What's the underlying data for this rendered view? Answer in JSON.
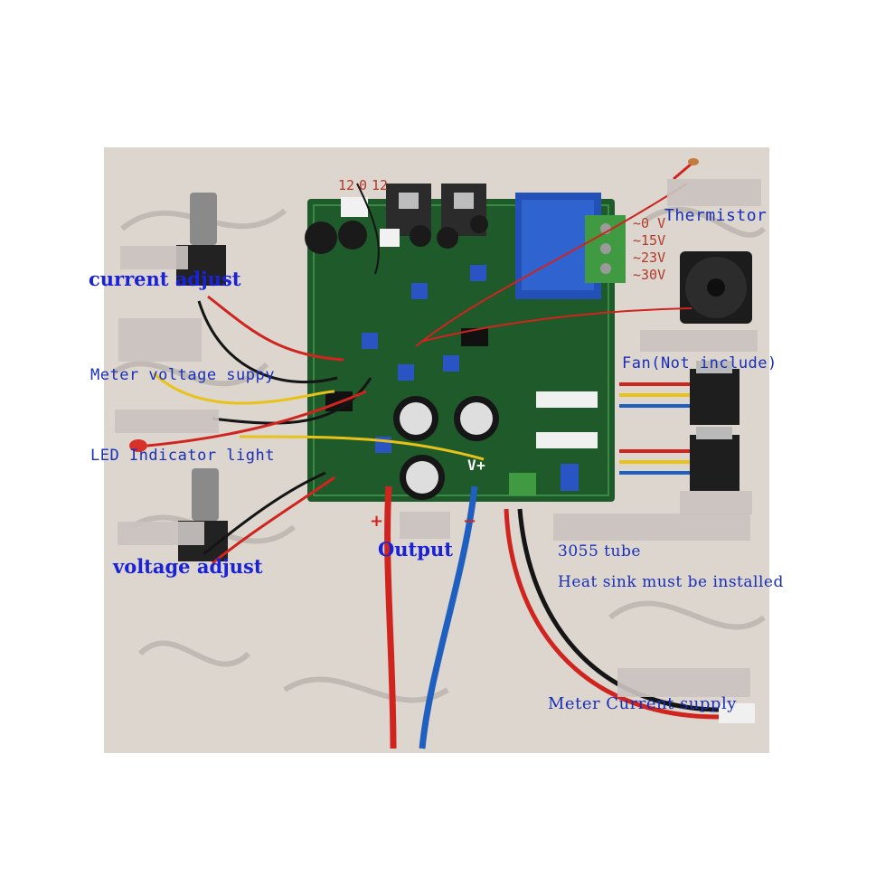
{
  "labels": {
    "current_adjust": "current adjust",
    "meter_voltage_supply": "Meter voltage suppy",
    "led_indicator_light": "LED Indicator light",
    "voltage_adjust": "voltage adjust",
    "output": "Output",
    "output_plus": "+",
    "output_minus": "−",
    "thermistor": "Thermistor",
    "fan": "Fan(Not include)",
    "tube": "3055 tube",
    "heat_sink_note": "Heat sink must be installed",
    "meter_current_supply": "Meter Current supply",
    "vplus": "V+"
  },
  "input_terminals": [
    "12",
    "0",
    "12"
  ],
  "voltage_taps": [
    "~0 V",
    "~15V",
    "~23V",
    "~30V"
  ],
  "colors": {
    "pcb": "#1f5a2a",
    "label_blue": "#1a2fb8",
    "wire_red": "#d0241f",
    "wire_black": "#151515",
    "wire_blue": "#1f5fc0",
    "wire_yellow": "#e8c21a"
  }
}
